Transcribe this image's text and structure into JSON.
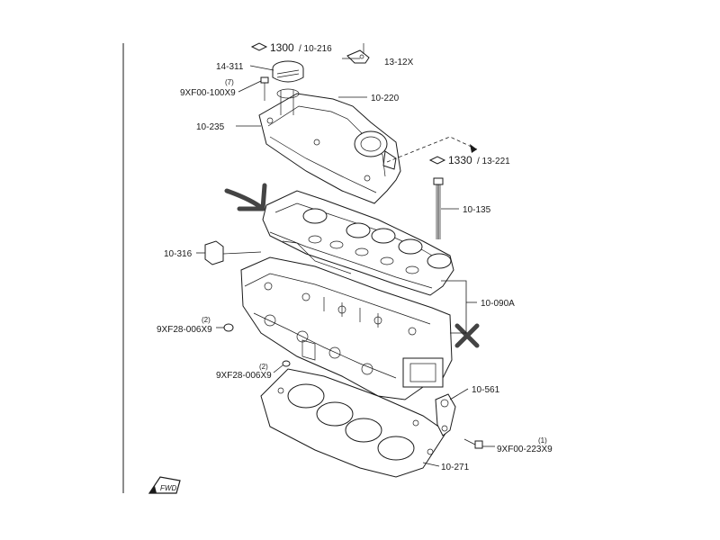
{
  "callouts": {
    "ref_1300": "1300",
    "ref_1300_sub": "/ 10-216",
    "bracket": "13-12X",
    "cap": "14-311",
    "bolt_qty": "(7)",
    "bolt": "9XF00-100X9",
    "cover": "10-220",
    "gasket": "10-235",
    "ref_1330": "1330",
    "ref_1330_sub": "/ 13-221",
    "long_bolt": "10-135",
    "plug": "10-316",
    "head": "10-090A",
    "pin_qty_1": "(2)",
    "pin_1": "9XF28-006X9",
    "pin_qty_2": "(2)",
    "pin_2": "9XF28-006X9",
    "hook": "10-561",
    "small_bolt_qty": "(1)",
    "small_bolt": "9XF00-223X9",
    "head_gasket": "10-271"
  },
  "fwd_mark": "FWD",
  "annotations": {
    "arrow": "hand-drawn-arrow",
    "cross": "hand-drawn-x"
  },
  "colors": {
    "ink": "#1a1a1a",
    "marker": "#444444",
    "background": "#ffffff"
  }
}
